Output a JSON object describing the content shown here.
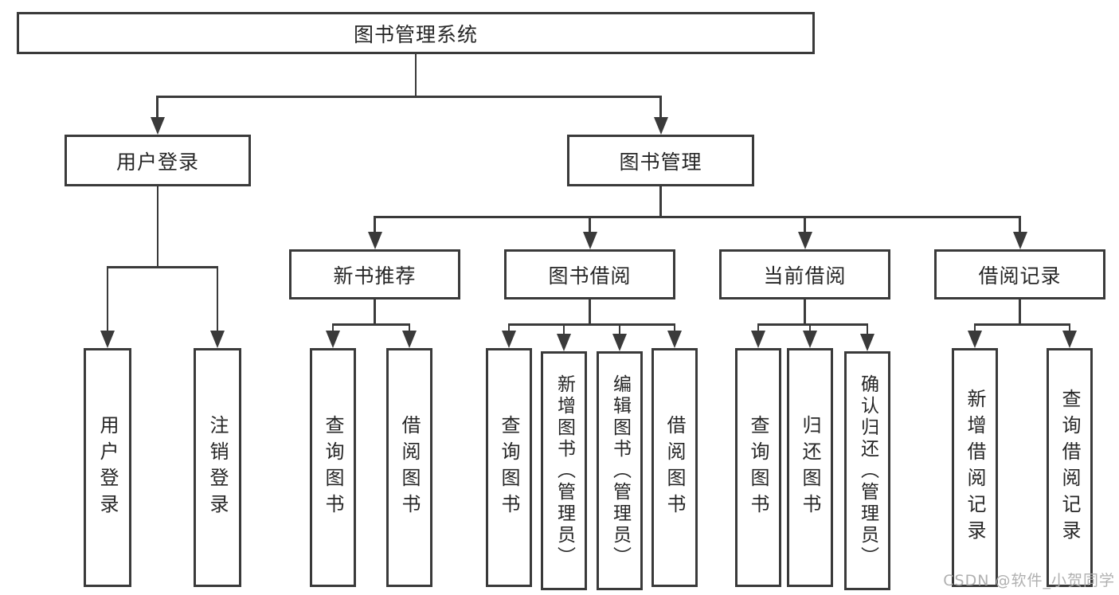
{
  "diagram": {
    "title": "图书管理系统",
    "level2": [
      {
        "label": "用户登录"
      },
      {
        "label": "图书管理"
      }
    ],
    "level3": [
      {
        "label": "新书推荐"
      },
      {
        "label": "图书借阅"
      },
      {
        "label": "当前借阅"
      },
      {
        "label": "借阅记录"
      }
    ],
    "leaves": [
      {
        "label": "用户登录"
      },
      {
        "label": "注销登录"
      },
      {
        "label": "查询图书"
      },
      {
        "label": "借阅图书"
      },
      {
        "label": "查询图书"
      },
      {
        "label": "新增图书（管理员）"
      },
      {
        "label": "编辑图书（管理员）"
      },
      {
        "label": "借阅图书"
      },
      {
        "label": "查询图书"
      },
      {
        "label": "归还图书"
      },
      {
        "label": "确认归还（管理员）"
      },
      {
        "label": "新增借阅记录"
      },
      {
        "label": "查询借阅记录"
      }
    ],
    "colors": {
      "line": "#3a3a3a",
      "text": "#262626",
      "background": "#ffffff"
    }
  },
  "watermark": {
    "text": "CSDN @软件_小贺同学"
  }
}
